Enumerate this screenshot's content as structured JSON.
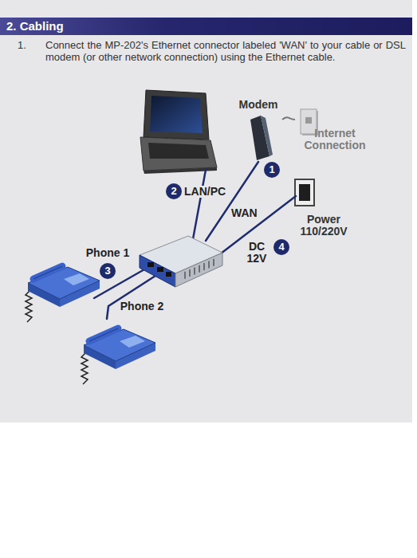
{
  "diagram": {
    "title": "2. Cabling",
    "nodes": [
      {
        "text": [
          "Modem"
        ]
      },
      {
        "text": [
          "Internet Connection"
        ]
      },
      {
        "text": [
          "Power 110/220V"
        ]
      },
      {
        "text": [
          "Phone 1"
        ]
      },
      {
        "text": [
          "Phone 2"
        ]
      }
    ],
    "edges": [
      {
        "from": 0,
        "to": 1,
        "arrow": "none"
      }
    ],
    "labels": [
      "1.",
      "Connect the MP-202's Ethernet connector labeled 'WAN' to your cable or DSL modem (or other network connection) using the Ethernet cable.",
      "1",
      "2",
      "LAN/PC",
      "WAN",
      "4",
      "DC 12V",
      "3"
    ]
  }
}
